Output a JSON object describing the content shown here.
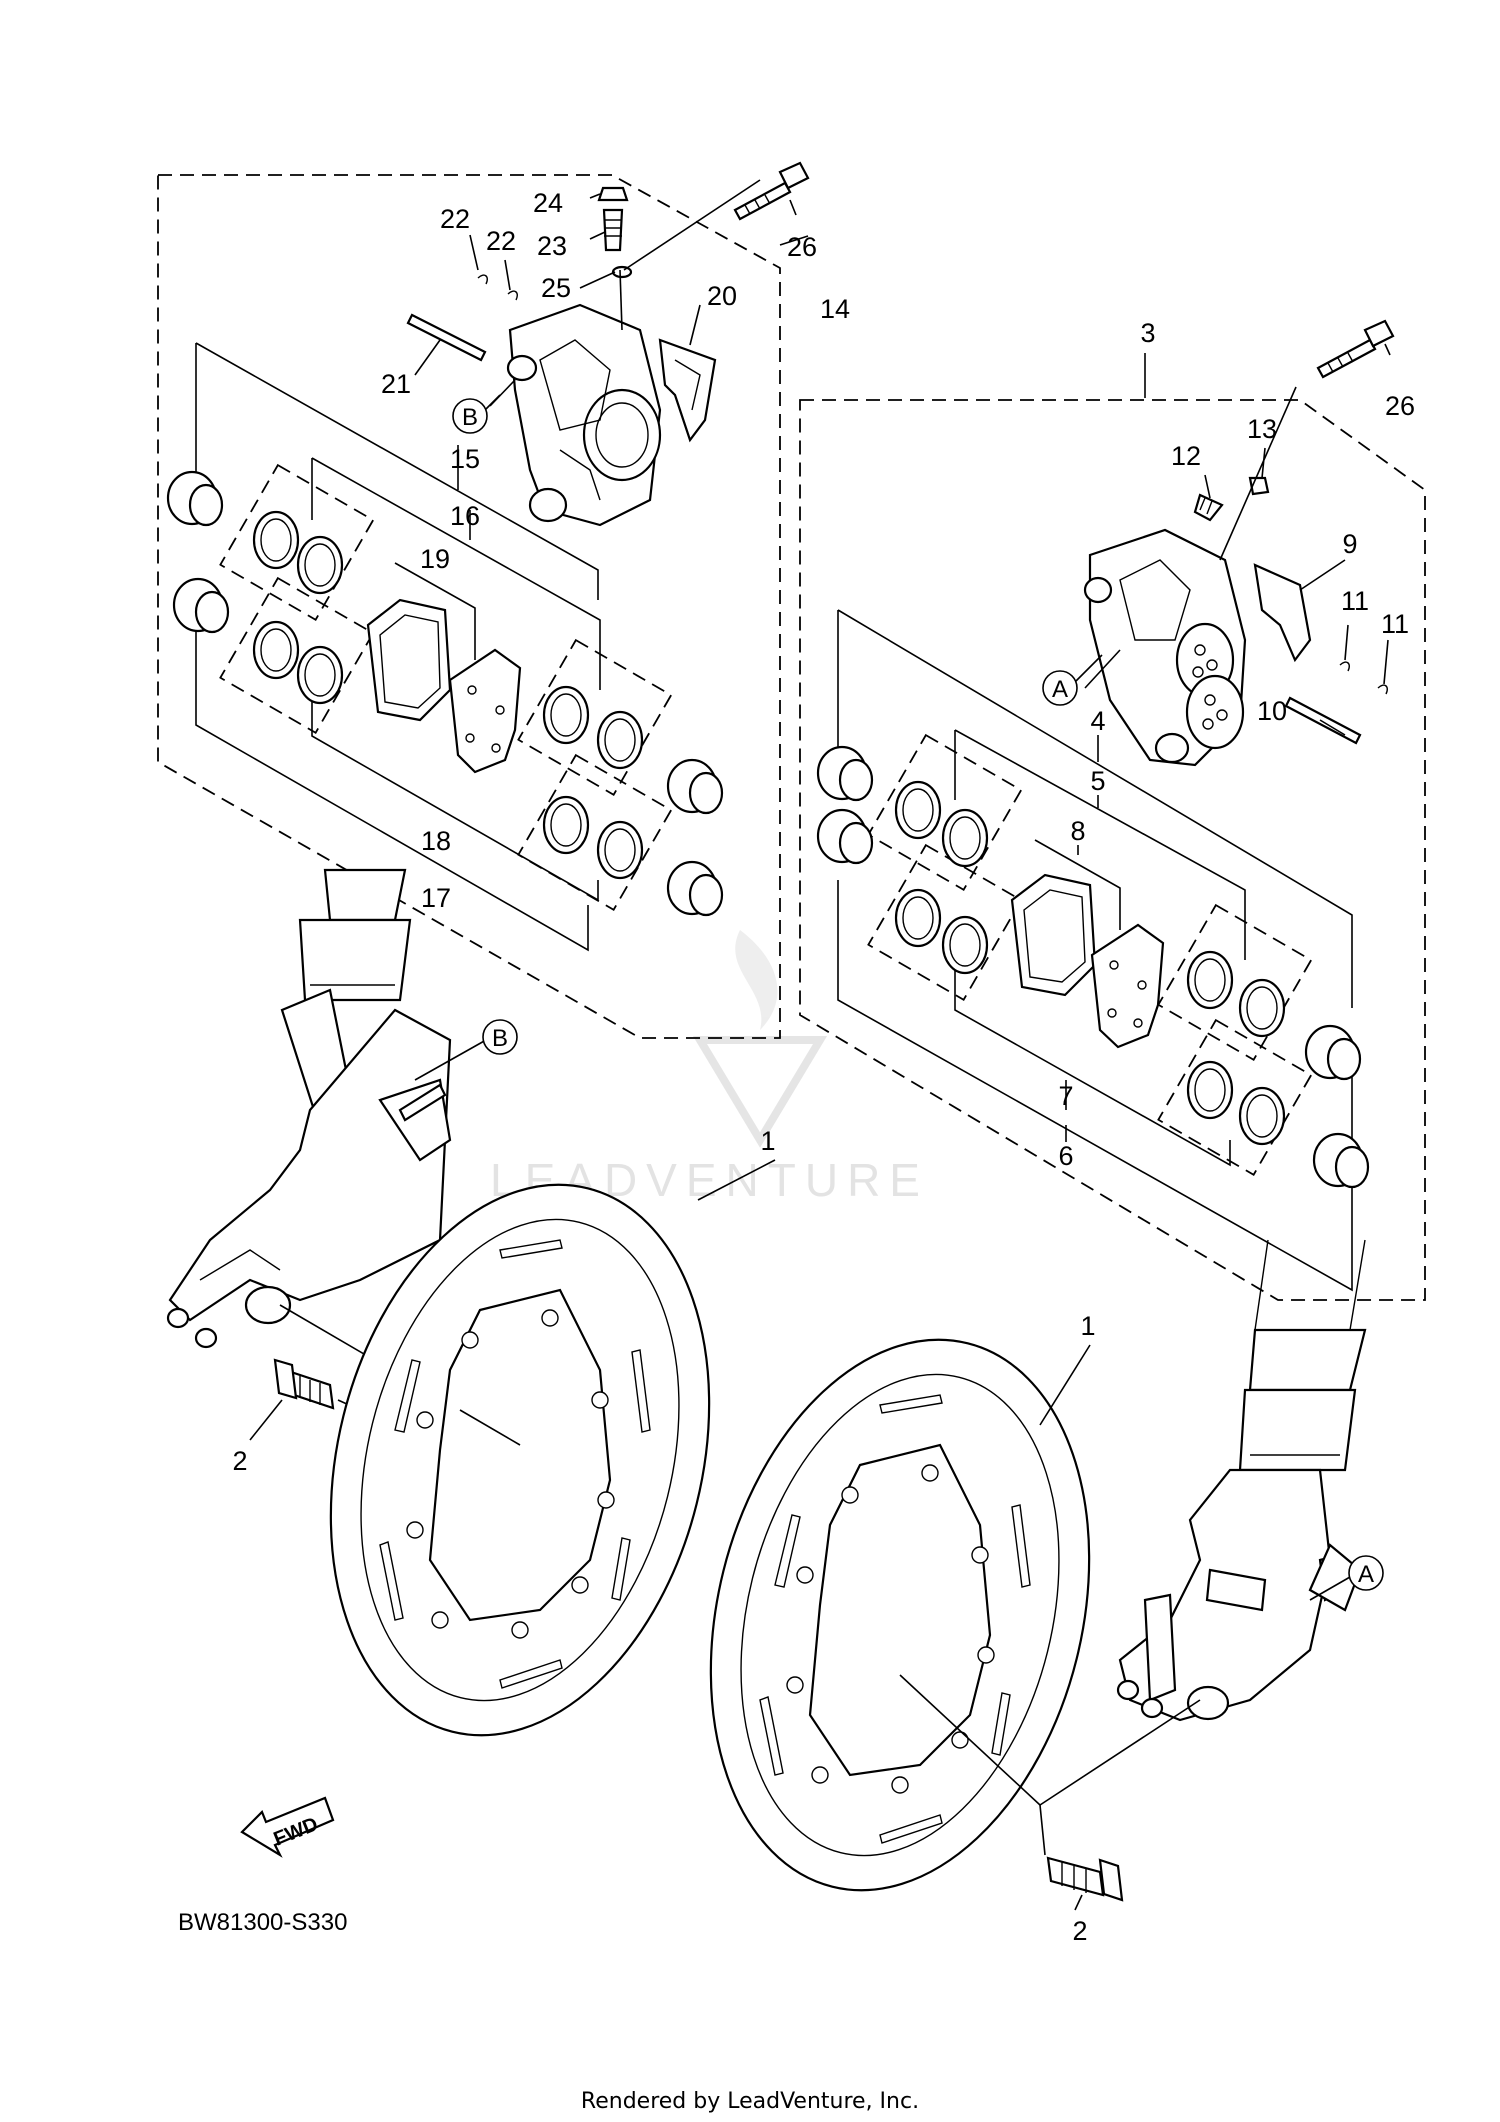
{
  "diagram": {
    "drawing_code": "BW81300-S330",
    "rendered_by": "Rendered by LeadVenture, Inc.",
    "watermark": "LEADVENTURE",
    "fwd_label": "FWD",
    "callouts": {
      "c1_left": "1",
      "c1_right": "1",
      "c2_left": "2",
      "c2_right": "2",
      "c3": "3",
      "c4": "4",
      "c5": "5",
      "c6": "6",
      "c7": "7",
      "c8": "8",
      "c9": "9",
      "c10": "10",
      "c11a": "11",
      "c11b": "11",
      "c12": "12",
      "c13": "13",
      "c14": "14",
      "c15": "15",
      "c16": "16",
      "c17": "17",
      "c18": "18",
      "c19": "19",
      "c20": "20",
      "c21": "21",
      "c22a": "22",
      "c22b": "22",
      "c23": "23",
      "c24": "24",
      "c25": "25",
      "c26_left": "26",
      "c26_right": "26"
    },
    "circled_refs": {
      "a_caliper": "A",
      "a_fork": "A",
      "b_caliper": "B",
      "b_fork": "B"
    }
  }
}
